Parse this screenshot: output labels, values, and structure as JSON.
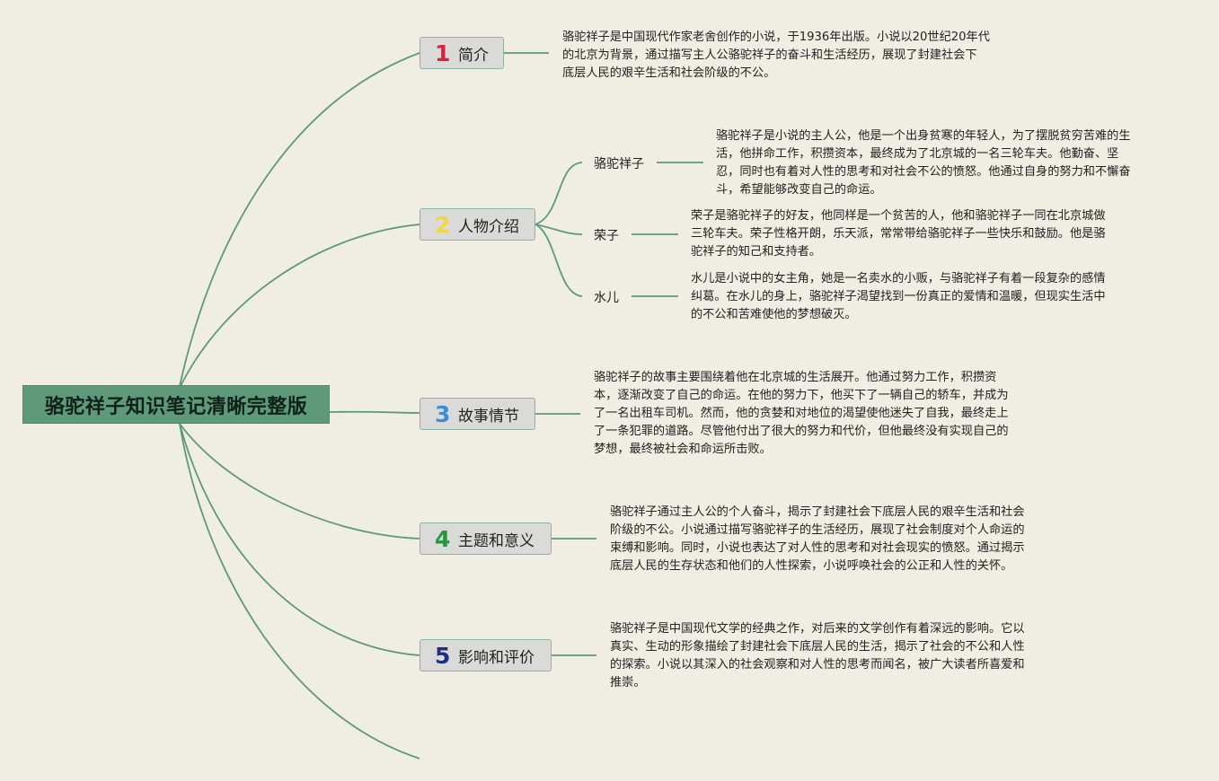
{
  "root": {
    "label": "骆驼祥子知识笔记清晰完整版"
  },
  "topics": [
    {
      "number": "1",
      "number_color": "#e0203a",
      "label": "简介",
      "note_lines": [
        "骆驼祥子是中国现代作家老舍创作的小说，于1936年出版。小说以20世纪20年代",
        "的北京为背景，通过描写主人公骆驼祥子的奋斗和生活经历，展现了封建社会下",
        "底层人民的艰辛生活和社会阶级的不公。"
      ]
    },
    {
      "number": "2",
      "number_color": "#f2d44a",
      "label": "人物介绍",
      "children": [
        {
          "label": "骆驼祥子",
          "note_lines": [
            "骆驼祥子是小说的主人公，他是一个出身贫寒的年轻人，为了摆脱贫穷苦难的生",
            "活，他拼命工作，积攒资本，最终成为了北京城的一名三轮车夫。他勤奋、坚",
            "忍，同时也有着对人性的思考和对社会不公的愤怒。他通过自身的努力和不懈奋",
            "斗，希望能够改变自己的命运。"
          ]
        },
        {
          "label": "荣子",
          "note_lines": [
            "荣子是骆驼祥子的好友，他同样是一个贫苦的人，他和骆驼祥子一同在北京城做",
            "三轮车夫。荣子性格开朗，乐天派，常常带给骆驼祥子一些快乐和鼓励。他是骆",
            "驼祥子的知己和支持者。"
          ]
        },
        {
          "label": "水儿",
          "note_lines": [
            "水儿是小说中的女主角，她是一名卖水的小贩，与骆驼祥子有着一段复杂的感情",
            "纠葛。在水儿的身上，骆驼祥子渴望找到一份真正的爱情和温暖，但现实生活中",
            "的不公和苦难使他的梦想破灭。"
          ]
        }
      ]
    },
    {
      "number": "3",
      "number_color": "#3a8ed8",
      "label": "故事情节",
      "note_lines": [
        "骆驼祥子的故事主要围绕着他在北京城的生活展开。他通过努力工作，积攒资",
        "本，逐渐改变了自己的命运。在他的努力下，他买下了一辆自己的轿车，并成为",
        "了一名出租车司机。然而，他的贪婪和对地位的渴望使他迷失了自我，最终走上",
        "了一条犯罪的道路。尽管他付出了很大的努力和代价，但他最终没有实现自己的",
        "梦想，最终被社会和命运所击败。"
      ]
    },
    {
      "number": "4",
      "number_color": "#1f9a3a",
      "label": "主题和意义",
      "note_lines": [
        "骆驼祥子通过主人公的个人奋斗，揭示了封建社会下底层人民的艰辛生活和社会",
        "阶级的不公。小说通过描写骆驼祥子的生活经历，展现了社会制度对个人命运的",
        "束缚和影响。同时，小说也表达了对人性的思考和对社会现实的愤怒。通过揭示",
        "底层人民的生存状态和他们的人性探索，小说呼唤社会的公正和人性的关怀。"
      ]
    },
    {
      "number": "5",
      "number_color": "#1c2f82",
      "label": "影响和评价",
      "note_lines": [
        "骆驼祥子是中国现代文学的经典之作，对后来的文学创作有着深远的影响。它以",
        "真实、生动的形象描绘了封建社会下底层人民的生活，揭示了社会的不公和人性",
        "的探索。小说以其深入的社会观察和对人性的思考而闻名，被广大读者所喜爱和",
        "推崇。"
      ]
    }
  ],
  "colors": {
    "background": "#f0ede3",
    "root_fill": "#5e9a7a",
    "connector": "#5e9a7a",
    "topic_fill": "#dadbd8",
    "topic_border": "#8bb3a0"
  }
}
